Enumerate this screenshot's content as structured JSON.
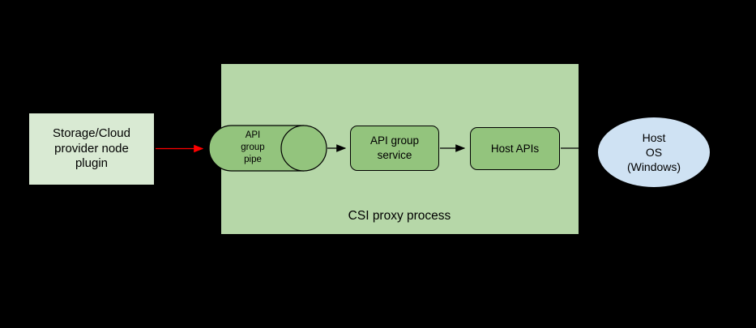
{
  "diagram": {
    "container_label": "CSI proxy process",
    "background": "#000000",
    "colors": {
      "container_fill": "#b6d7a8",
      "plugin_fill": "#d9ead3",
      "node_fill": "#93c47d",
      "host_os_fill": "#cfe2f3",
      "stroke": "#000000",
      "red_arrow": "#ff0000"
    },
    "nodes": {
      "plugin": {
        "label": "Storage/Cloud\nprovider node\nplugin"
      },
      "pipe": {
        "label": "API\ngroup\npipe"
      },
      "service": {
        "label": "API group\nservice"
      },
      "host_apis": {
        "label": "Host APIs"
      },
      "host_os": {
        "label": "Host\nOS\n(Windows)"
      }
    }
  }
}
